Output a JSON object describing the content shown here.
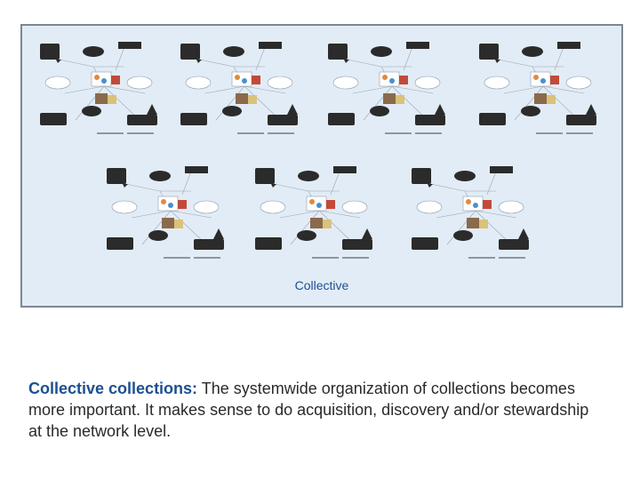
{
  "panel": {
    "caption": "Collective"
  },
  "body_text": {
    "lead": "Collective collections:",
    "rest": " The systemwide organization of collections becomes more important. It makes sense to do acquisition, discovery and/or stewardship at the network level."
  },
  "colors": {
    "panel_bg": "#e2ecf6",
    "panel_border": "#7a8794",
    "accent": "#1d4f91",
    "node_dark": "#2b2b2b"
  }
}
